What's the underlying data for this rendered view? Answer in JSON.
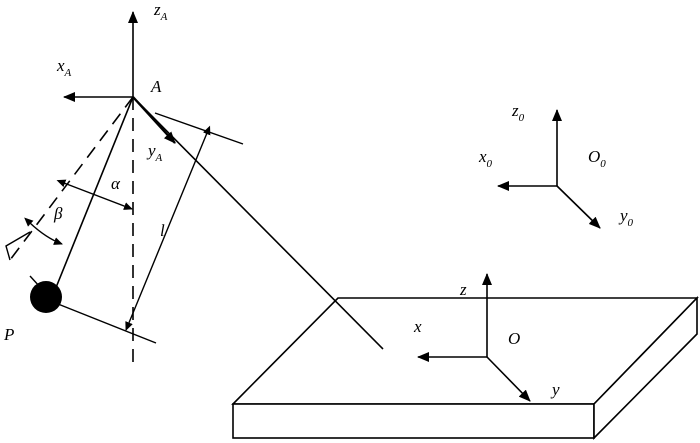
{
  "figure": {
    "frame_A": {
      "origin": "A",
      "x": "x",
      "y": "y",
      "z": "z",
      "sub": "A"
    },
    "frame_0": {
      "origin": "O",
      "x": "x",
      "y": "y",
      "z": "z",
      "sub": "0"
    },
    "frame_O": {
      "origin": "O",
      "x": "x",
      "y": "y",
      "z": "z"
    },
    "mass_label": "P",
    "length_label": "l",
    "angle_alpha": "α",
    "angle_beta": "β"
  }
}
